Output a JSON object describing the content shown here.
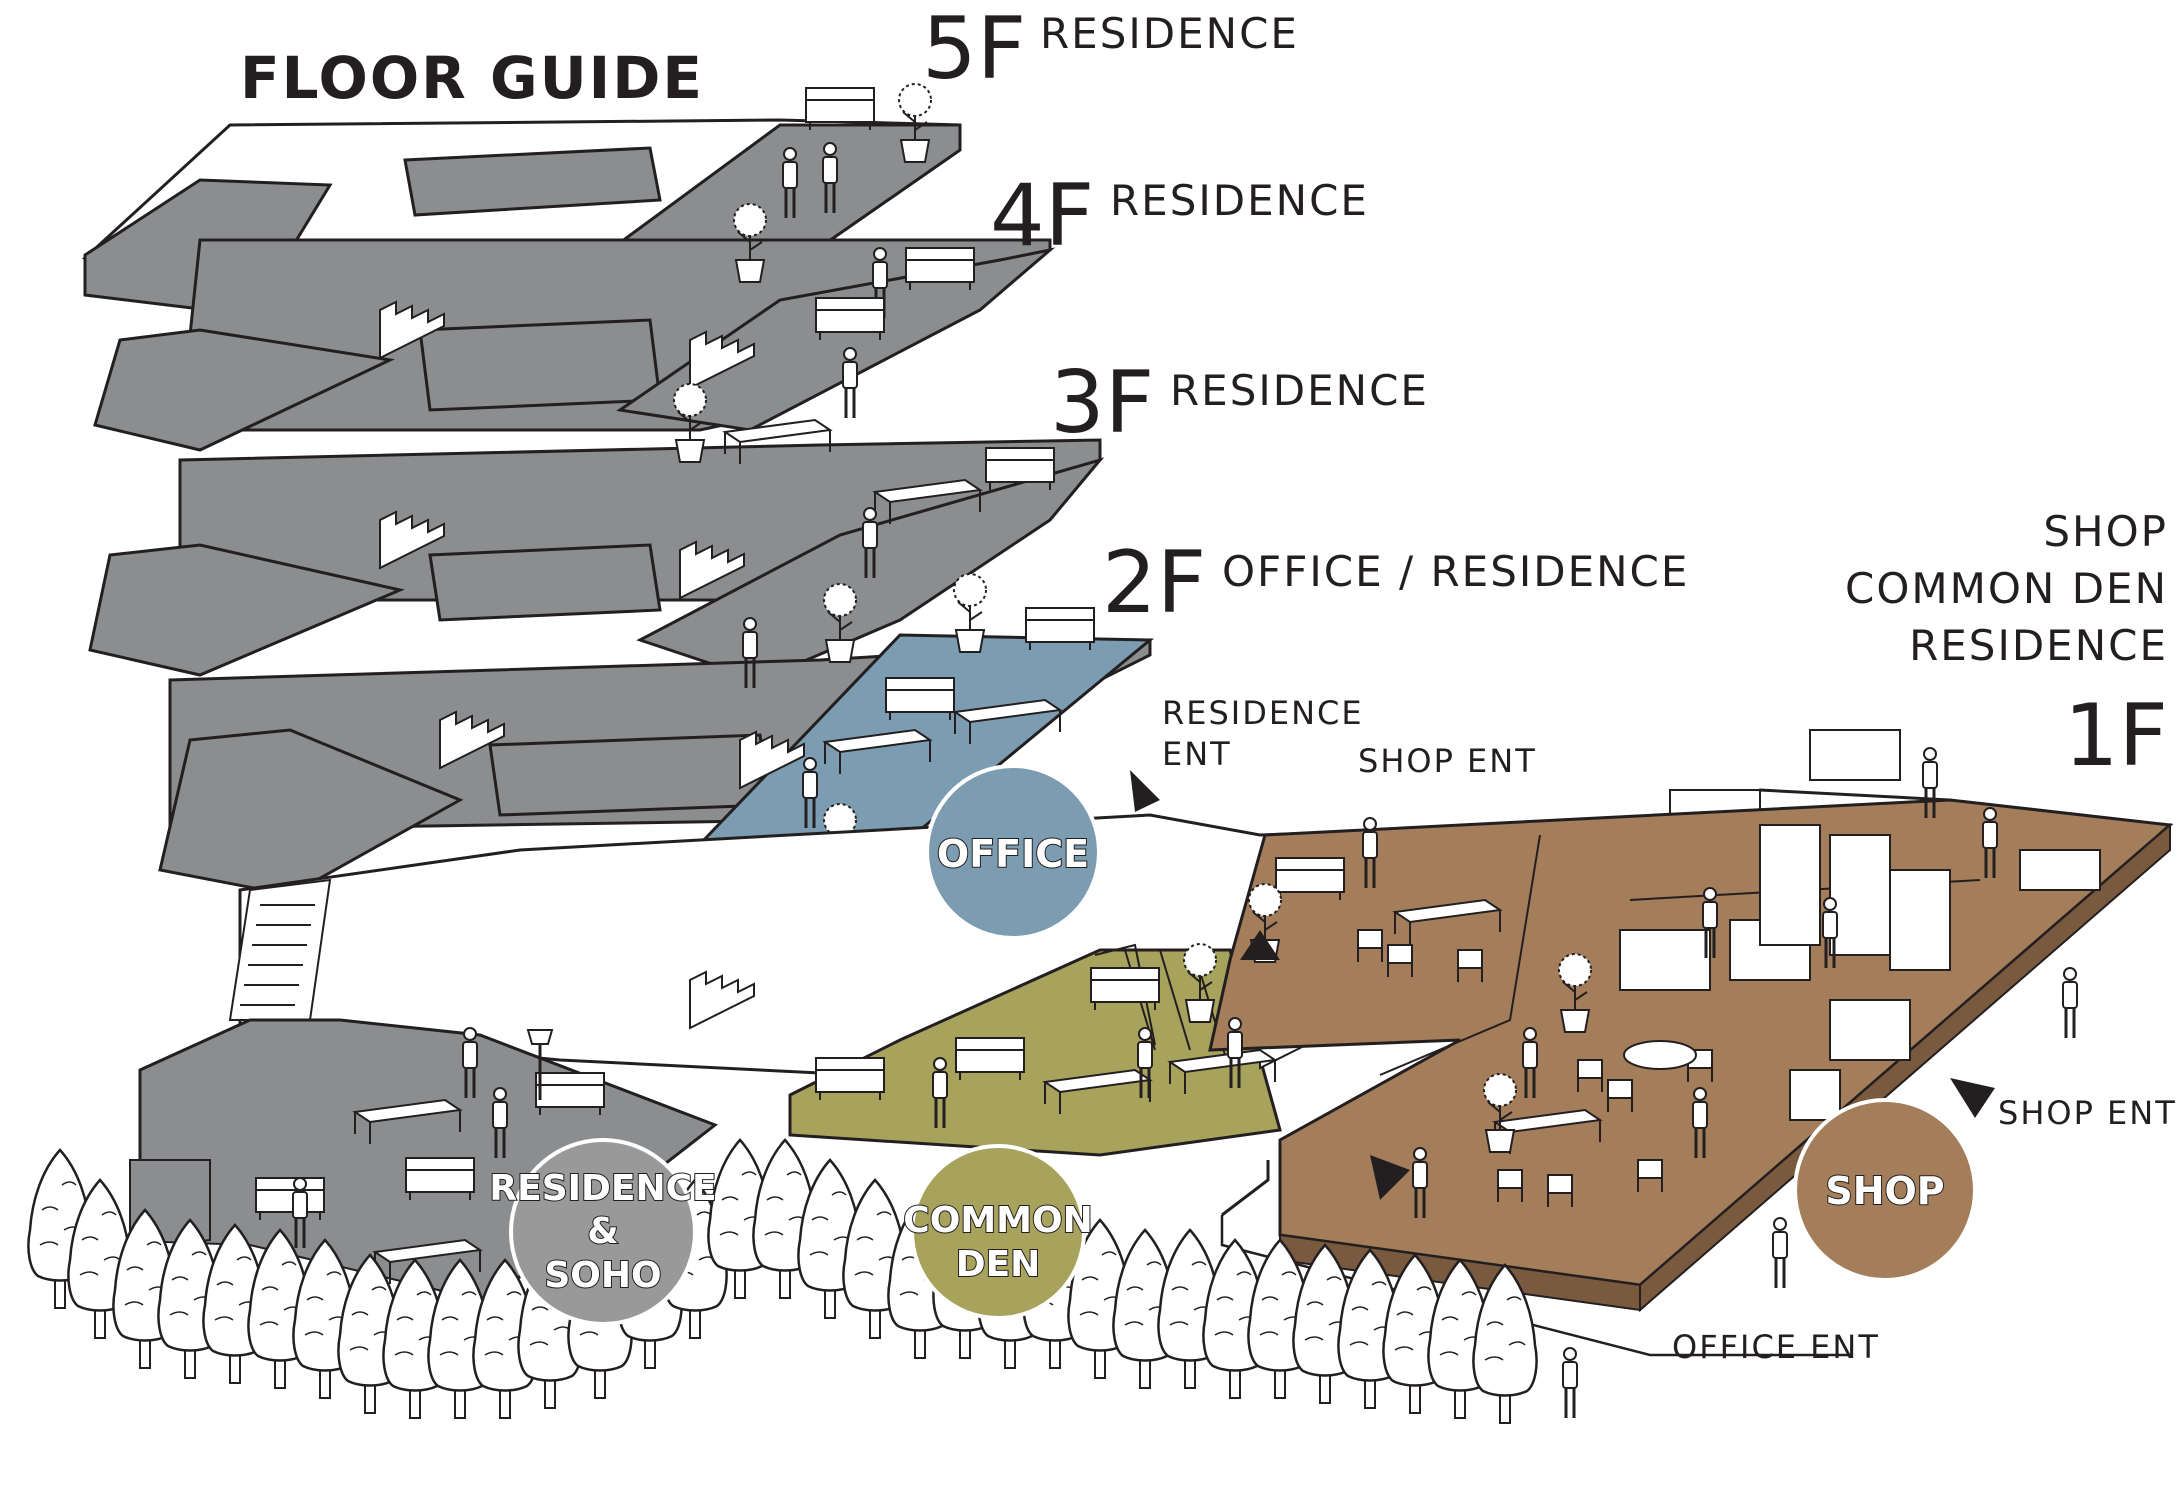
{
  "title": "FLOOR GUIDE",
  "colors": {
    "floor_gray": "#8c8d8f",
    "office_blue": "#7c9db1",
    "common_olive": "#a7a35c",
    "shop_brown": "#a47d5a",
    "residence_circle": "#999999",
    "ink": "#231f20"
  },
  "floors": [
    {
      "number": "5F",
      "label": "RESIDENCE"
    },
    {
      "number": "4F",
      "label": "RESIDENCE"
    },
    {
      "number": "3F",
      "label": "RESIDENCE"
    },
    {
      "number": "2F",
      "label": "OFFICE / RESIDENCE"
    },
    {
      "number": "1F",
      "labels": [
        "SHOP",
        "COMMON DEN",
        "RESIDENCE"
      ]
    }
  ],
  "zones": {
    "office": [
      "OFFICE"
    ],
    "common_den": [
      "COMMON",
      "DEN"
    ],
    "residence_soho": [
      "RESIDENCE",
      "&",
      "SOHO"
    ],
    "shop": [
      "SHOP"
    ]
  },
  "entrances": {
    "residence_ent": [
      "RESIDENCE",
      "ENT"
    ],
    "shop_ent_top": "SHOP ENT",
    "shop_ent_right": "SHOP ENT",
    "office_ent": "OFFICE ENT"
  }
}
